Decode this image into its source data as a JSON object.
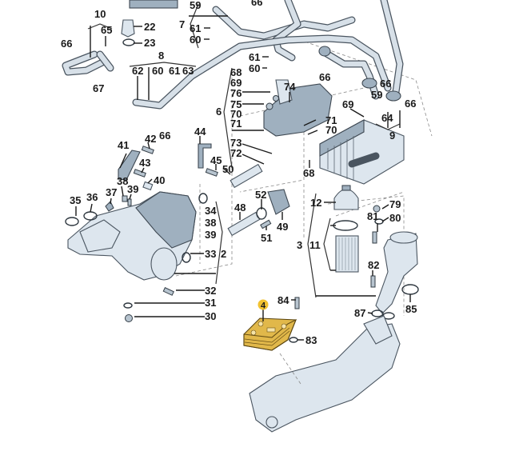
{
  "diagram": {
    "title": "Oil filter / oil cooler assembly exploded view",
    "highlight_color": "#f2c230",
    "highlighted_callout": "4",
    "callouts": [
      {
        "id": "c10",
        "label": "10"
      },
      {
        "id": "c65",
        "label": "65"
      },
      {
        "id": "c66a",
        "label": "66"
      },
      {
        "id": "c67",
        "label": "67"
      },
      {
        "id": "c22",
        "label": "22"
      },
      {
        "id": "c23",
        "label": "23"
      },
      {
        "id": "c8",
        "label": "8"
      },
      {
        "id": "c62",
        "label": "62"
      },
      {
        "id": "c60a",
        "label": "60"
      },
      {
        "id": "c61a",
        "label": "61"
      },
      {
        "id": "c63",
        "label": "63"
      },
      {
        "id": "c7",
        "label": "7"
      },
      {
        "id": "c59a",
        "label": "59"
      },
      {
        "id": "c61b",
        "label": "61"
      },
      {
        "id": "c60b",
        "label": "60"
      },
      {
        "id": "c66b",
        "label": "66"
      },
      {
        "id": "c61c",
        "label": "61"
      },
      {
        "id": "c60c",
        "label": "60"
      },
      {
        "id": "c66c",
        "label": "66"
      },
      {
        "id": "c66d",
        "label": "66"
      },
      {
        "id": "c59b",
        "label": "59"
      },
      {
        "id": "c66e",
        "label": "66"
      },
      {
        "id": "c69b",
        "label": "69"
      },
      {
        "id": "c64",
        "label": "64"
      },
      {
        "id": "c9",
        "label": "9"
      },
      {
        "id": "c68a",
        "label": "68"
      },
      {
        "id": "c69a",
        "label": "69"
      },
      {
        "id": "c76",
        "label": "76"
      },
      {
        "id": "c75",
        "label": "75"
      },
      {
        "id": "c70a",
        "label": "70"
      },
      {
        "id": "c71a",
        "label": "71"
      },
      {
        "id": "c6",
        "label": "6"
      },
      {
        "id": "c74",
        "label": "74"
      },
      {
        "id": "c71b",
        "label": "71"
      },
      {
        "id": "c70b",
        "label": "70"
      },
      {
        "id": "c73",
        "label": "73"
      },
      {
        "id": "c72",
        "label": "72"
      },
      {
        "id": "c68b",
        "label": "68"
      },
      {
        "id": "c66f",
        "label": "66"
      },
      {
        "id": "c44",
        "label": "44"
      },
      {
        "id": "c42",
        "label": "42"
      },
      {
        "id": "c41",
        "label": "41"
      },
      {
        "id": "c43",
        "label": "43"
      },
      {
        "id": "c45",
        "label": "45"
      },
      {
        "id": "c50",
        "label": "50"
      },
      {
        "id": "c38a",
        "label": "38"
      },
      {
        "id": "c39a",
        "label": "39"
      },
      {
        "id": "c40",
        "label": "40"
      },
      {
        "id": "c37",
        "label": "37"
      },
      {
        "id": "c35",
        "label": "35"
      },
      {
        "id": "c36",
        "label": "36"
      },
      {
        "id": "c52",
        "label": "52"
      },
      {
        "id": "c48",
        "label": "48"
      },
      {
        "id": "c49",
        "label": "49"
      },
      {
        "id": "c51",
        "label": "51"
      },
      {
        "id": "c34",
        "label": "34"
      },
      {
        "id": "c38b",
        "label": "38"
      },
      {
        "id": "c39b",
        "label": "39"
      },
      {
        "id": "c33",
        "label": "33"
      },
      {
        "id": "c2",
        "label": "2"
      },
      {
        "id": "c32",
        "label": "32"
      },
      {
        "id": "c31",
        "label": "31"
      },
      {
        "id": "c30",
        "label": "30"
      },
      {
        "id": "c12",
        "label": "12"
      },
      {
        "id": "c11",
        "label": "11"
      },
      {
        "id": "c3",
        "label": "3"
      },
      {
        "id": "c79",
        "label": "79"
      },
      {
        "id": "c81",
        "label": "81"
      },
      {
        "id": "c80",
        "label": "80"
      },
      {
        "id": "c82",
        "label": "82"
      },
      {
        "id": "c85",
        "label": "85"
      },
      {
        "id": "c87",
        "label": "87"
      },
      {
        "id": "c4",
        "label": "4"
      },
      {
        "id": "c84",
        "label": "84"
      },
      {
        "id": "c83",
        "label": "83"
      }
    ]
  }
}
